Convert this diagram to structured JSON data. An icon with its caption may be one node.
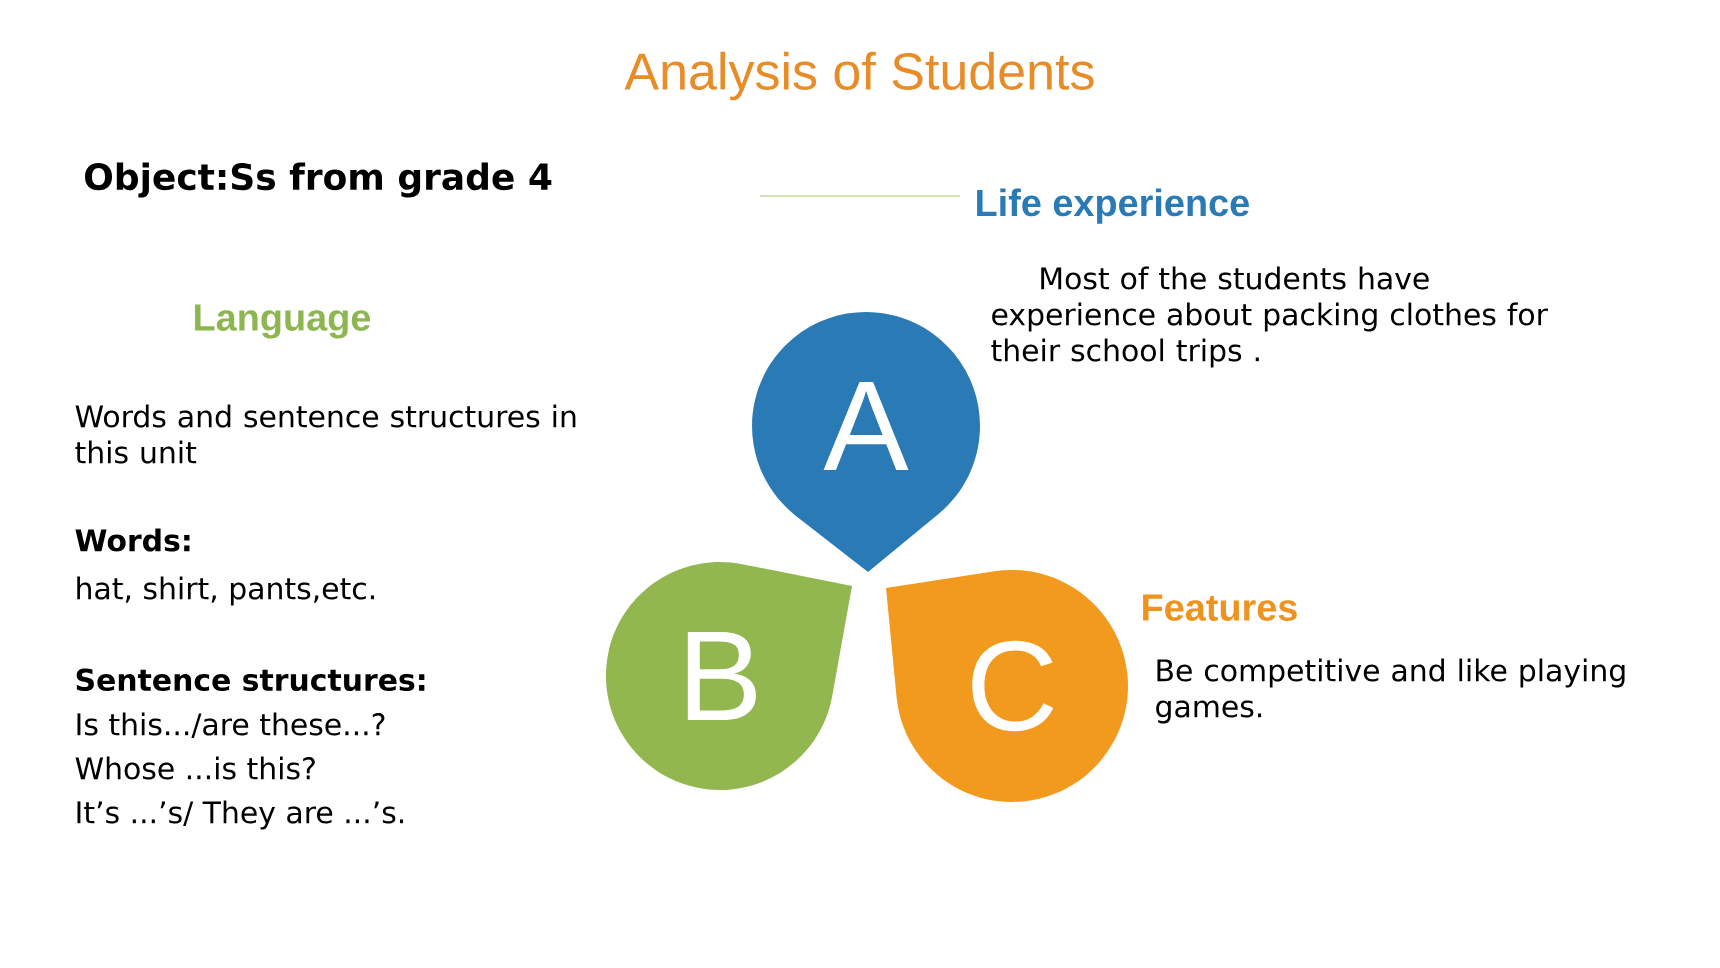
{
  "diagram": {
    "title": "Analysis of Students",
    "nodes": [
      {
        "text": [
          "A"
        ],
        "beside": [
          "Life experience",
          "Most of the students have experience about packing clothes for their school trips ."
        ]
      },
      {
        "text": [
          "B"
        ],
        "beside": [
          "Language",
          "Words and sentence structures in this unit",
          "Words:",
          "hat, shirt, pants,etc.",
          "Sentence structures:",
          "Is this.../are these...?",
          "Whose ...is this?",
          "It’s ...’s/ They are ...’s."
        ]
      },
      {
        "text": [
          "C"
        ],
        "beside": [
          "Features",
          "Be competitive and like playing games."
        ]
      }
    ],
    "edges": [],
    "labels": [
      "Object:Ss from grade 4"
    ]
  }
}
